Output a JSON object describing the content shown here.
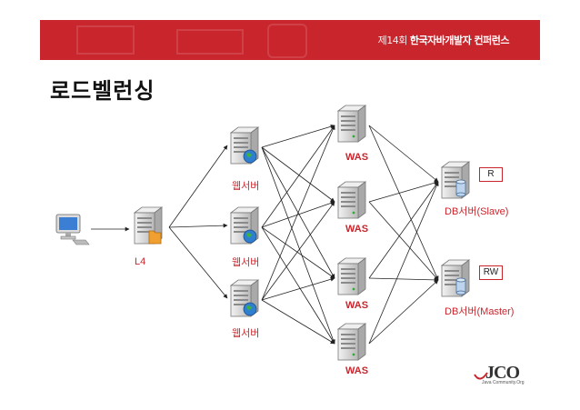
{
  "header": {
    "banner_light": "제14회 ",
    "banner_bold": "한국자바개발자 컨퍼런스"
  },
  "page": {
    "title": "로드벨런싱"
  },
  "diagram": {
    "client": {
      "icon": "desktop-computer-icon"
    },
    "l4": {
      "label": "L4",
      "icon": "server-icon"
    },
    "web_servers": [
      {
        "label": "웹서버",
        "icon": "web-server-globe-icon"
      },
      {
        "label": "웹서버",
        "icon": "web-server-globe-icon"
      },
      {
        "label": "웹서버",
        "icon": "web-server-globe-icon"
      }
    ],
    "was_servers": [
      {
        "label": "WAS",
        "icon": "server-icon"
      },
      {
        "label": "WAS",
        "icon": "server-icon"
      },
      {
        "label": "WAS",
        "icon": "server-icon"
      },
      {
        "label": "WAS",
        "icon": "server-icon"
      }
    ],
    "db_servers": [
      {
        "label": "DB서버(Slave)",
        "tag": "R",
        "icon": "database-server-icon"
      },
      {
        "label": "DB서버(Master)",
        "tag": "RW",
        "icon": "database-server-icon"
      }
    ],
    "colors": {
      "accent": "#c9252c",
      "server_body": "#d9d9d9",
      "line": "#222222"
    }
  },
  "footer": {
    "logo_text": "JCO",
    "logo_sub": "Java Community.Org"
  }
}
